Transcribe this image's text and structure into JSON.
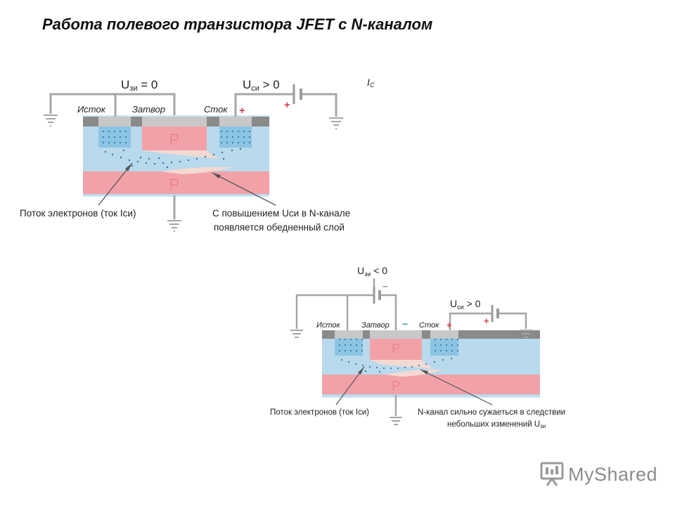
{
  "title": "Работа полевого транзистора JFET с N-каналом",
  "watermark": "MyShared",
  "colors": {
    "substrate": "#b9d9ec",
    "p_region": "#f3a1a8",
    "n_region": "#8cc4e3",
    "metal": "#9e9e9e",
    "wire": "#a6a6a6",
    "plus": "#d8404a"
  },
  "diagram1": {
    "vgs_label_main": "U",
    "vgs_label_sub": "зи",
    "vgs_label_rest": " = 0",
    "vds_label_main": "U",
    "vds_label_sub": "си",
    "vds_label_rest": " > 0",
    "ic_label_main": "I",
    "ic_label_sub": "C",
    "source": "Исток",
    "gate": "Затвор",
    "drain": "Сток",
    "plus": "+",
    "p_top": "P",
    "p_bottom": "P",
    "caption_left": "Поток электронов (ток Iси)",
    "caption_right_1": "С повышением Uси в N-канале",
    "caption_right_2": "появляется обедненный слой"
  },
  "diagram2": {
    "vgs_label_main": "U",
    "vgs_label_sub": "зи",
    "vgs_label_rest": " < 0",
    "vds_label_main": "U",
    "vds_label_sub": "си",
    "vds_label_rest": " > 0",
    "source": "Исток",
    "gate": "Затвор",
    "drain": "Сток",
    "minus": "−",
    "plus": "+",
    "battery_minus": "−",
    "battery_plus": "+",
    "p_top": "P",
    "p_bottom": "P",
    "caption_left": "Поток электронов (ток Iси)",
    "caption_right_1": "N-канал сильно сужаеться в следствии",
    "caption_right_2_main": "небольших изменений U",
    "caption_right_2_sub": "зи"
  }
}
